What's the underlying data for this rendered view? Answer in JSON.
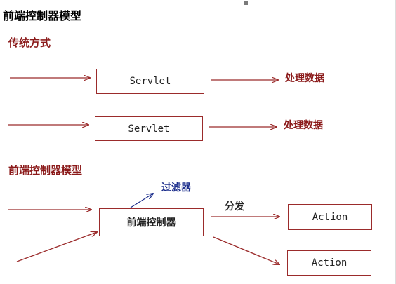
{
  "colors": {
    "accent": "#8b1a1a",
    "box_border": "#9b2b2b",
    "arrow": "#9b2b2b",
    "blue": "#1a2c8b"
  },
  "title": "前端控制器模型",
  "traditional": {
    "heading": "传统方式",
    "row1": {
      "box": "Servlet",
      "result": "处理数据"
    },
    "row2": {
      "box": "Servlet",
      "result": "处理数据"
    }
  },
  "front_controller": {
    "heading": "前端控制器模型",
    "filter_label": "过滤器",
    "controller_box": "前端控制器",
    "dispatch_label": "分发",
    "action1": "Action",
    "action2": "Action"
  }
}
